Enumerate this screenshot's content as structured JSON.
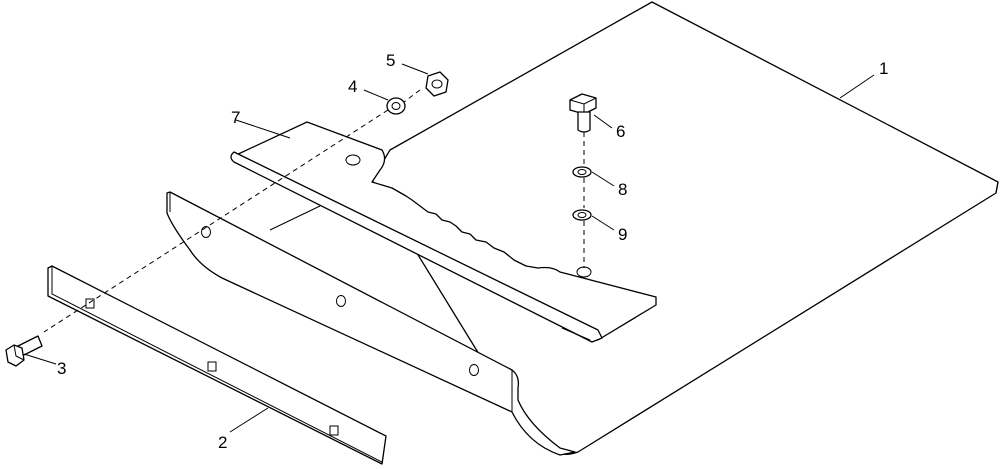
{
  "diagram": {
    "type": "exploded-parts-view",
    "callouts": [
      {
        "id": "1",
        "label": "1",
        "part": "base-plate"
      },
      {
        "id": "2",
        "label": "2",
        "part": "wear-strip"
      },
      {
        "id": "3",
        "label": "3",
        "part": "hex-bolt"
      },
      {
        "id": "4",
        "label": "4",
        "part": "lock-washer"
      },
      {
        "id": "5",
        "label": "5",
        "part": "hex-nut"
      },
      {
        "id": "6",
        "label": "6",
        "part": "hex-bolt"
      },
      {
        "id": "7",
        "label": "7",
        "part": "bracket-plate"
      },
      {
        "id": "8",
        "label": "8",
        "part": "washer"
      },
      {
        "id": "9",
        "label": "9",
        "part": "washer"
      }
    ]
  }
}
